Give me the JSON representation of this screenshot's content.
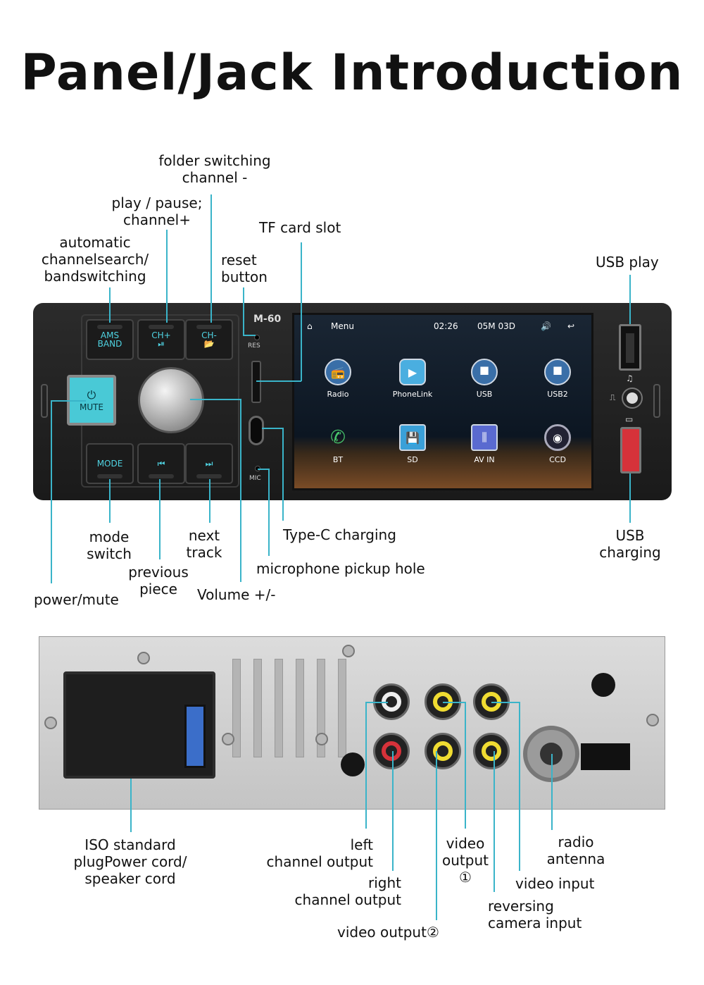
{
  "title": "Panel/Jack Introduction",
  "front_panel": {
    "model": "M-60",
    "res_label": "RES",
    "mic_label": "MIC",
    "keys": {
      "ams": "AMS\nBAND",
      "chplus": "CH+\n⏯",
      "chminus": "CH-\n📂",
      "mute": "MUTE",
      "mode": "MODE",
      "prev": "⏮",
      "next": "⏭"
    },
    "screen": {
      "menu": "Menu",
      "time": "02:26",
      "date": "05M 03D",
      "apps": [
        "Radio",
        "PhoneLink",
        "USB",
        "USB2",
        "BT",
        "SD",
        "AV IN",
        "CCD"
      ]
    }
  },
  "labels": {
    "folder_switching": "folder switching\nchannel -",
    "play_pause": "play / pause;\nchannel+",
    "tf_card": "TF card slot",
    "automatic": "automatic\nchannelsearch/\nbandswitching",
    "reset": "reset\nbutton",
    "usb_play": "USB play",
    "mode_switch": "mode\nswitch",
    "next_track": "next\ntrack",
    "typec": "Type-C charging",
    "usb_charging": "USB\ncharging",
    "previous": "previous\npiece",
    "mic_hole": "microphone pickup hole",
    "power_mute": "power/mute",
    "volume": "Volume +/-",
    "iso": "ISO standard\nplugPower cord/\nspeaker cord",
    "left_out": "left\nchannel output",
    "video_out1": "video\noutput\n①",
    "radio_ant": "radio\nantenna",
    "right_out": "right\nchannel output",
    "video_in": "video input",
    "rev_cam": "reversing\ncamera input",
    "video_out2": "video output②"
  },
  "colors": {
    "accent": "#3ab4c9",
    "key_text": "#4fd3e2",
    "mute_bg": "#49c9d6"
  }
}
